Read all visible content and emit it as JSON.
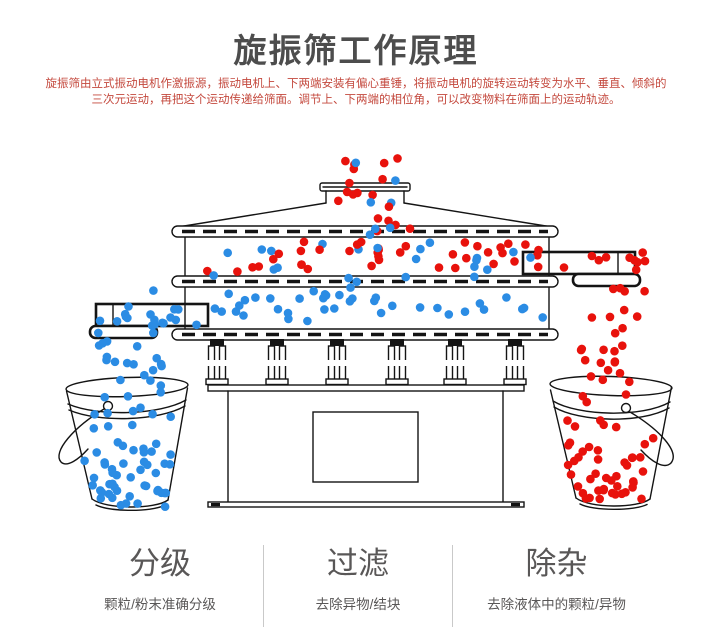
{
  "header": {
    "title": "旋振筛工作原理",
    "description": "旋振筛由立式振动电机作激振源，振动电机上、下两端安装有偏心重锤，将振动电机的旋转运动转变为水平、垂直、倾斜的三次元运动，再把这个运动传递给筛面。调节上、下两端的相位角，可以改变物料在筛面上的运动轨迹。"
  },
  "colors": {
    "title": "#4d4d4d",
    "description": "#c4493e",
    "linework": "#141414",
    "particle_red": "#e8120c",
    "particle_blue": "#2b8ce4",
    "divider": "#c9c9c9",
    "feature_text": "#595757"
  },
  "features": [
    {
      "title": "分级",
      "subtitle": "颗粒/粉末准确分级"
    },
    {
      "title": "过滤",
      "subtitle": "去除异物/结块"
    },
    {
      "title": "除杂",
      "subtitle": "去除液体中的颗粒/异物"
    }
  ]
}
